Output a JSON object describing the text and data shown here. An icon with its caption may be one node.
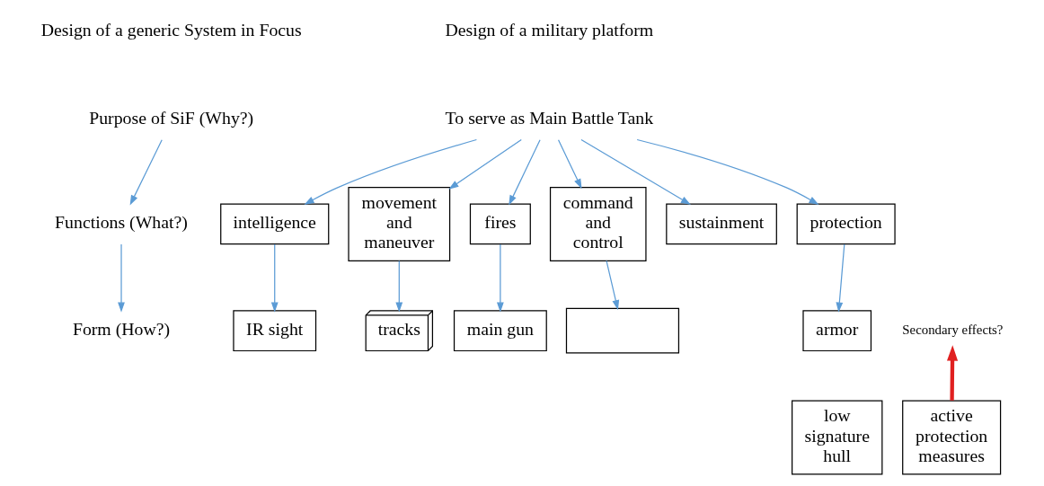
{
  "diagram": {
    "nodes": [
      {
        "text": [
          "Purpose of SiF (Why?)"
        ]
      },
      {
        "text": [
          "Functions (What?)"
        ]
      },
      {
        "text": [
          "Form (How?)"
        ]
      },
      {
        "text": [
          "To serve as Main Battle Tank"
        ]
      },
      {
        "text": [
          "intelligence"
        ]
      },
      {
        "text": [
          "movement and maneuver"
        ]
      },
      {
        "text": [
          "fires"
        ]
      },
      {
        "text": [
          "command and control"
        ]
      },
      {
        "text": [
          "sustainment"
        ]
      },
      {
        "text": [
          "protection"
        ]
      },
      {
        "text": [
          "IR sight"
        ]
      },
      {
        "text": [
          "tracks"
        ]
      },
      {
        "text": [
          "main gun"
        ]
      },
      {
        "text": [],
        "shape": "box"
      },
      {
        "text": [
          "armor"
        ]
      },
      {
        "text": [
          "low signature hull"
        ]
      },
      {
        "text": [
          "active protection measures"
        ]
      },
      {
        "text": [
          "Secondary effects?"
        ]
      }
    ],
    "edges": [
      {
        "from": 0,
        "to": 1,
        "arrow": "to"
      },
      {
        "from": 1,
        "to": 2,
        "arrow": "to"
      },
      {
        "from": 3,
        "to": 4,
        "arrow": "to"
      },
      {
        "from": 3,
        "to": 5,
        "arrow": "to"
      },
      {
        "from": 3,
        "to": 6,
        "arrow": "to"
      },
      {
        "from": 3,
        "to": 7,
        "arrow": "to"
      },
      {
        "from": 3,
        "to": 8,
        "arrow": "to"
      },
      {
        "from": 3,
        "to": 9,
        "arrow": "to"
      },
      {
        "from": 4,
        "to": 10,
        "arrow": "to"
      },
      {
        "from": 5,
        "to": 11,
        "arrow": "to"
      },
      {
        "from": 6,
        "to": 12,
        "arrow": "to"
      },
      {
        "from": 7,
        "to": 13,
        "arrow": "to"
      },
      {
        "from": 9,
        "to": 14,
        "arrow": "to"
      },
      {
        "from": 16,
        "to": 17,
        "arrow": "to",
        "color": "#e02020",
        "style": "thick"
      }
    ],
    "labels": [
      "Design of a generic System in Focus",
      "Design of a military platform"
    ]
  }
}
